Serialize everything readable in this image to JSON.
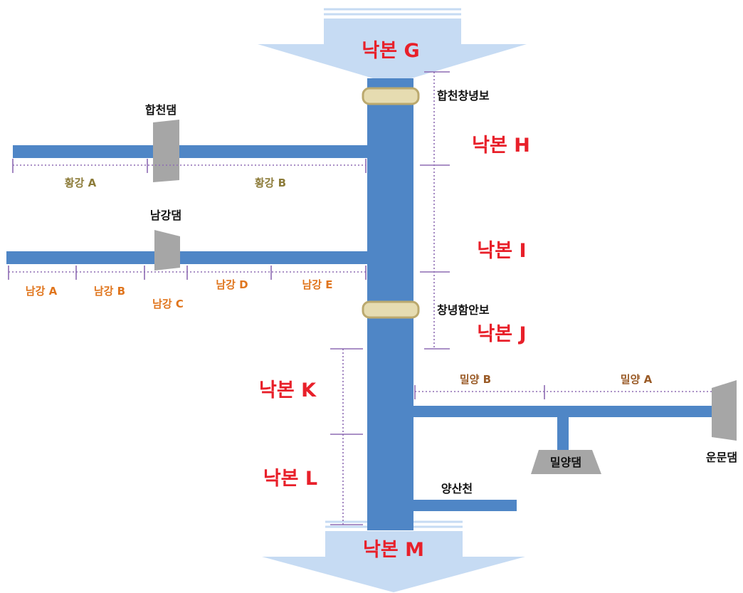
{
  "colors": {
    "river": "#4f86c6",
    "arrow": "#c6dbf3",
    "dam": "#a6a6a6",
    "weir": "#e6dcb1",
    "weir_border": "#bba96e",
    "label_red": "#e8202a",
    "label_black": "#111111",
    "label_olive": "#8d7c3a",
    "label_orange": "#e0751d",
    "label_brown": "#9a5b27",
    "divider": "#8d6bb3"
  },
  "segments": {
    "nakbon_g": "낙본 G",
    "nakbon_h": "낙본 H",
    "nakbon_i": "낙본 I",
    "nakbon_j": "낙본 J",
    "nakbon_k": "낙본 K",
    "nakbon_l": "낙본 L",
    "nakbon_m": "낙본 M",
    "hwanggang_a": "황강 A",
    "hwanggang_b": "황강 B",
    "namgang_a": "남강 A",
    "namgang_b": "남강 B",
    "namgang_c": "남강 C",
    "namgang_d": "남강 D",
    "namgang_e": "남강 E",
    "miryang_a": "밀양 A",
    "miryang_b": "밀양 B"
  },
  "structures": {
    "hapcheon_dam": "합천댐",
    "namgang_dam": "남강댐",
    "hapcheon_changnyeong_weir": "합천창녕보",
    "changnyeong_haman_weir": "창녕함안보",
    "miryang_dam": "밀양댐",
    "unmun_dam": "운문댐",
    "yangsancheon": "양산천"
  }
}
